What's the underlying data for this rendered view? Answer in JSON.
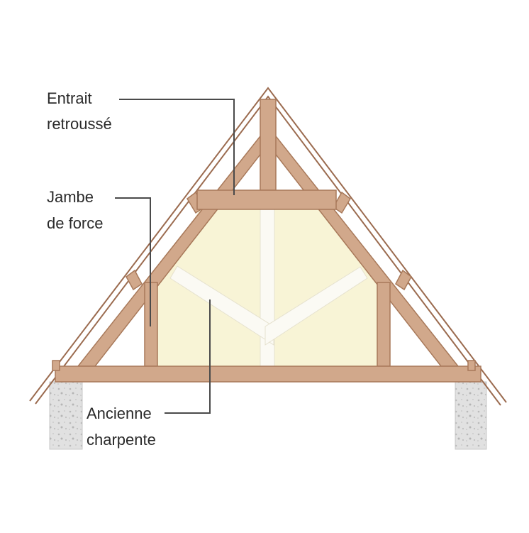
{
  "labels": {
    "entrait_retrousse": [
      "Entrait",
      "retroussé"
    ],
    "jambe_de_force": [
      "Jambe",
      "de force"
    ],
    "ancienne_charpente": [
      "Ancienne",
      "charpente"
    ]
  },
  "colors": {
    "timber_fill": "#d1a88b",
    "timber_stroke": "#a8795a",
    "roof_line": "#9b6b4f",
    "insulation": "#f8f4d6",
    "old_frame": "#fbfaf4",
    "masonry": "#dcdcdc",
    "leader_line": "#4a4a4a",
    "text": "#2a2a2a"
  }
}
